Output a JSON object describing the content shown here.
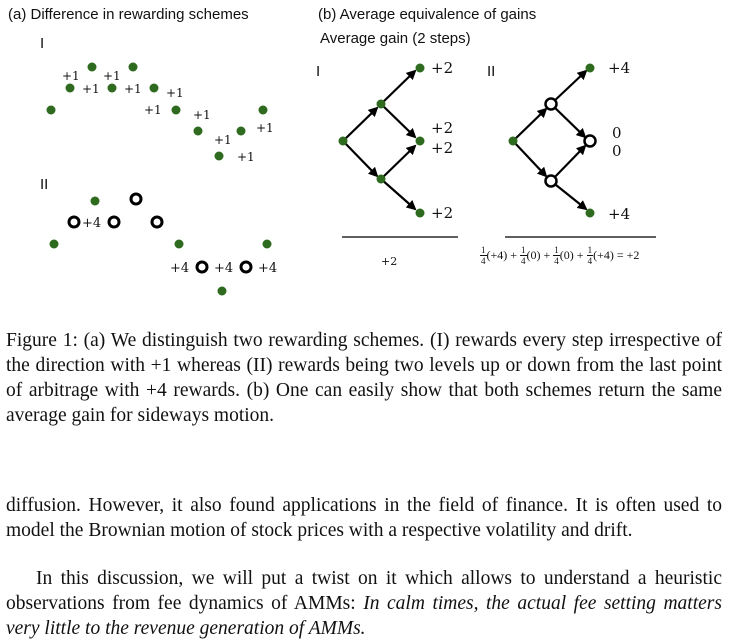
{
  "figure": {
    "panel_a_title": "(a) Difference in rewarding schemes",
    "panel_b_title": "(b) Average equivalence of gains",
    "panel_b_subtitle": "Average gain (2 steps)",
    "label_I": "I",
    "label_II": "II",
    "reward_plus1": "+1",
    "reward_plus4": "+4",
    "tree_I_outcomes": [
      "+2",
      "+2",
      "+2",
      "+2"
    ],
    "tree_II_outcomes": [
      "+4",
      "0",
      "0",
      "+4"
    ],
    "tree_I_average": "+2",
    "tree_II_formula": {
      "num": "1",
      "den": "4",
      "terms": [
        "(+4) +",
        "(0) +",
        "(0) +",
        "(+4) = +2"
      ]
    },
    "colors": {
      "green_node": "#2e6b1f",
      "open_node": "#000000"
    }
  },
  "caption": {
    "text": "Figure 1: (a) We distinguish two rewarding schemes. (I) rewards every step irrespective of the direction with +1 whereas (II) rewards being two levels up or down from the last point of arbitrage with +4 rewards. (b) One can easily show that both schemes return the same average gain for sideways motion."
  },
  "body": {
    "para1": "diffusion. However, it also found applications in the field of finance. It is often used to model the Brownian motion of stock prices with a respective volatility and drift.",
    "para2_start": "In this discussion, we will put a twist on it which allows to understand a heuristic observations from fee dynamics of AMMs: ",
    "para2_italic": "In calm times, the actual fee setting matters very little to the revenue generation of AMMs."
  }
}
